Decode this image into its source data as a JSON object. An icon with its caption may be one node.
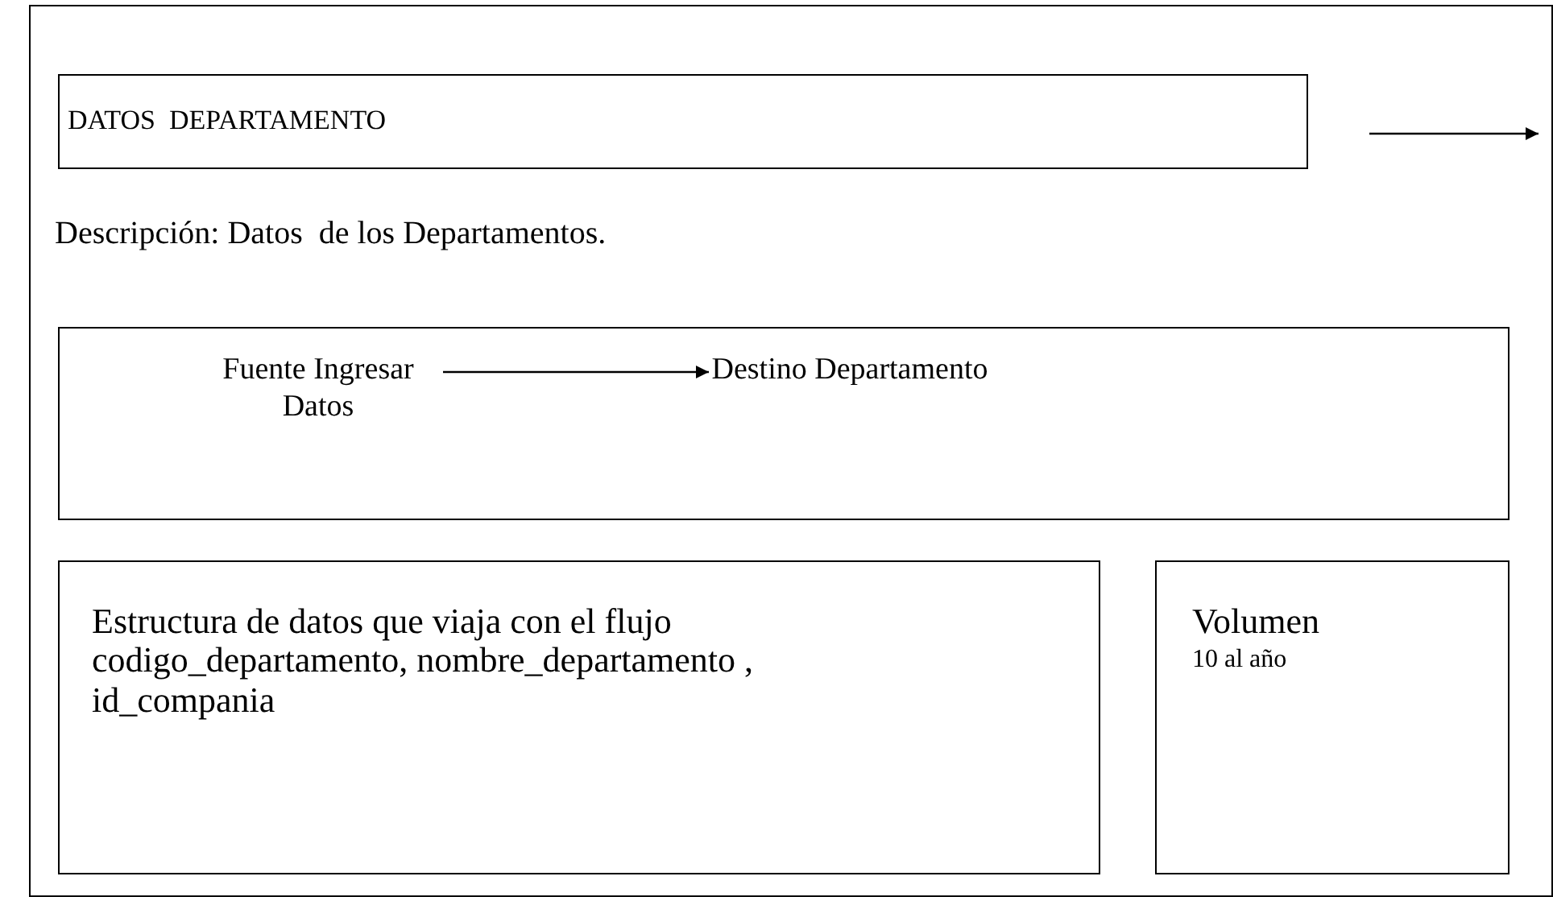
{
  "diagram": {
    "nodes": [
      {
        "text": [
          "Descripción: Datos  de los Departamentos."
        ]
      },
      {
        "text": [
          "DATOS  DEPARTAMENTO"
        ],
        "in": 0
      },
      {
        "text": [],
        "shape": "box",
        "in": 0
      },
      {
        "text": [
          "Fuente Ingresar Datos"
        ],
        "in": 2
      },
      {
        "text": [
          "Destino Departamento"
        ],
        "in": 2
      },
      {
        "text": [
          "Estructura de datos que viaja con el flujo",
          "codigo_departamento, nombre_departamento , id_compania"
        ],
        "in": 0
      },
      {
        "text": [
          "Volumen",
          "10 al año"
        ],
        "in": 0
      }
    ],
    "edges": [
      {
        "from": 3,
        "to": 4,
        "arrow": "to"
      }
    ]
  }
}
